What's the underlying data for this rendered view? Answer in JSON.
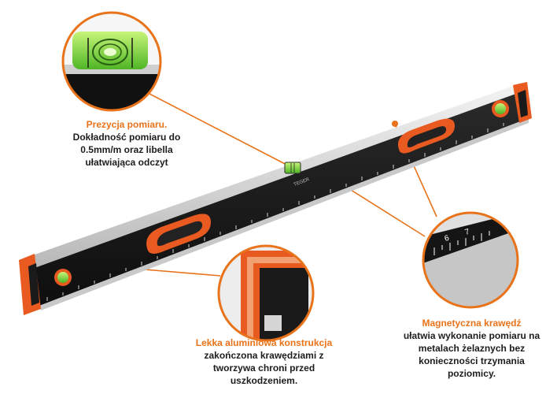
{
  "callouts": {
    "precision": {
      "title": "Prezycja pomiaru.",
      "body": "Dokładność pomiaru do 0.5mm/m oraz libella ułatwiająca odczyt"
    },
    "construction": {
      "title": "Lekka aluminiowa konstrukcja",
      "body": "zakończona krawędziami z tworzywa chroni przed uszkodzeniem."
    },
    "magnetic": {
      "title": "Magnetyczna krawędź",
      "body": "ułatwia wykonanie pomiaru na metalach żelaznych bez konieczności trzymania poziomicy."
    }
  },
  "product": {
    "brand": "TEGER",
    "ruler_ticks": [
      "6",
      "7"
    ]
  },
  "colors": {
    "accent": "#e8731a",
    "body": "#1a1a1a",
    "handle": "#e85a20",
    "vial": "#8ee04a"
  }
}
